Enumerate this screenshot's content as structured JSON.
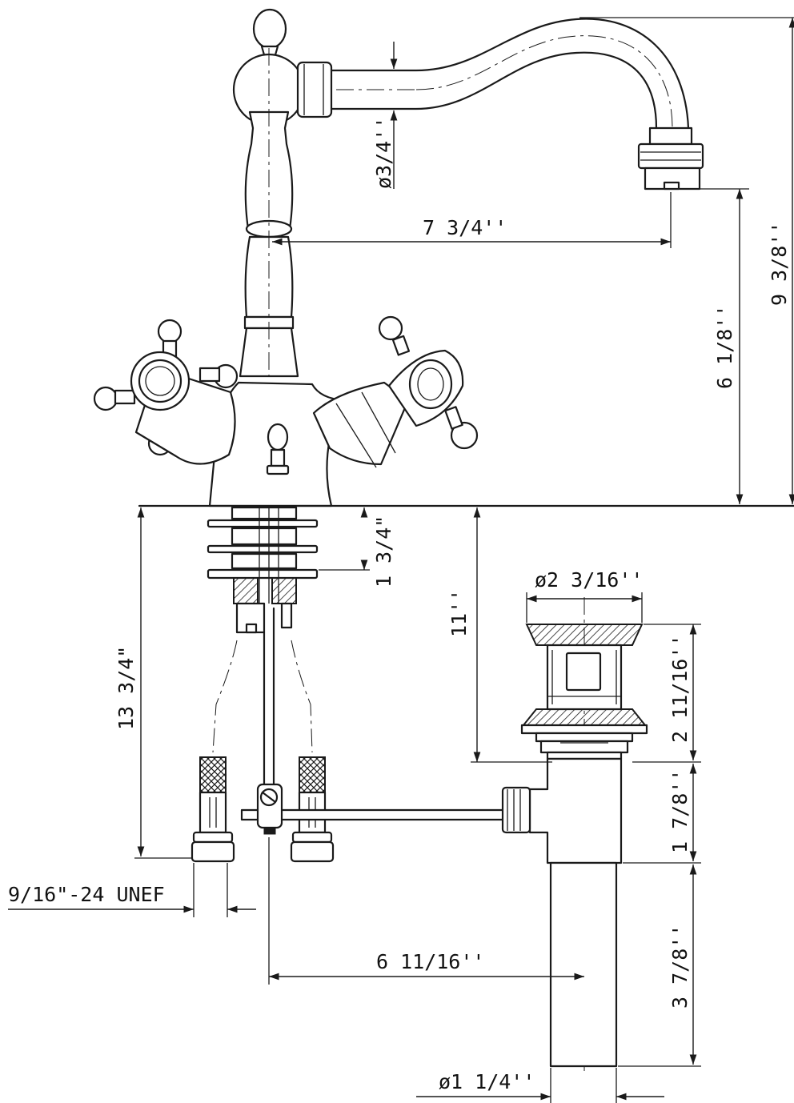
{
  "labels": {
    "spout_diameter": "ø3/4''",
    "reach": "7 3/4''",
    "spout_height": "6 1/8''",
    "overall_height": "9 3/8''",
    "mounting_depth": "1 3/4\"",
    "drain_top_height": "11''",
    "below_deck": "13 3/4\"",
    "drain_flange_diameter": "ø2 3/16''",
    "drain_body_height": "2 11/16''",
    "drain_tee_height": "1 7/8''",
    "tailpiece_length": "3 7/8''",
    "supply_thread": "9/16\"-24 UNEF",
    "rod_to_drain": "6 11/16''",
    "tailpiece_diameter": "ø1 1/4''"
  }
}
